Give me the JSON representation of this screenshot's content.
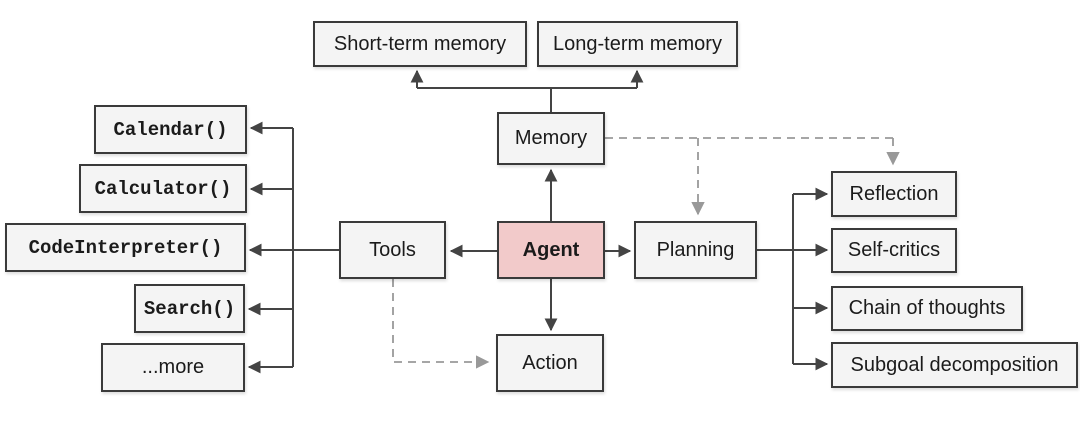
{
  "diagram": {
    "title": "LLM agent overview diagram",
    "nodes": {
      "short_term_memory": "Short-term memory",
      "long_term_memory": "Long-term memory",
      "memory": "Memory",
      "tools": "Tools",
      "agent": "Agent",
      "planning": "Planning",
      "action": "Action",
      "calendar": "Calendar()",
      "calculator": "Calculator()",
      "code_interpreter": "CodeInterpreter()",
      "search": "Search()",
      "more": "...more",
      "reflection": "Reflection",
      "self_critics": "Self-critics",
      "chain_of_thoughts": "Chain of thoughts",
      "subgoal_decomposition": "Subgoal decomposition"
    },
    "edges": [
      {
        "from": "agent",
        "to": "memory",
        "style": "solid"
      },
      {
        "from": "agent",
        "to": "tools",
        "style": "solid"
      },
      {
        "from": "agent",
        "to": "planning",
        "style": "solid"
      },
      {
        "from": "agent",
        "to": "action",
        "style": "solid"
      },
      {
        "from": "memory",
        "to": "short_term_memory",
        "style": "solid"
      },
      {
        "from": "memory",
        "to": "long_term_memory",
        "style": "solid"
      },
      {
        "from": "tools",
        "to": "calendar",
        "style": "solid"
      },
      {
        "from": "tools",
        "to": "calculator",
        "style": "solid"
      },
      {
        "from": "tools",
        "to": "code_interpreter",
        "style": "solid"
      },
      {
        "from": "tools",
        "to": "search",
        "style": "solid"
      },
      {
        "from": "tools",
        "to": "more",
        "style": "solid"
      },
      {
        "from": "planning",
        "to": "reflection",
        "style": "solid"
      },
      {
        "from": "planning",
        "to": "self_critics",
        "style": "solid"
      },
      {
        "from": "planning",
        "to": "chain_of_thoughts",
        "style": "solid"
      },
      {
        "from": "planning",
        "to": "subgoal_decomposition",
        "style": "solid"
      },
      {
        "from": "memory",
        "to": "planning",
        "style": "dashed"
      },
      {
        "from": "memory",
        "to": "reflection",
        "style": "dashed"
      },
      {
        "from": "tools",
        "to": "action",
        "style": "dashed"
      }
    ],
    "colors": {
      "node_fill": "#f4f4f4",
      "node_border": "#3a3a3a",
      "agent_fill": "#f2caca",
      "solid_arrow": "#444444",
      "dashed_arrow": "#999999",
      "background": "#ffffff"
    }
  }
}
